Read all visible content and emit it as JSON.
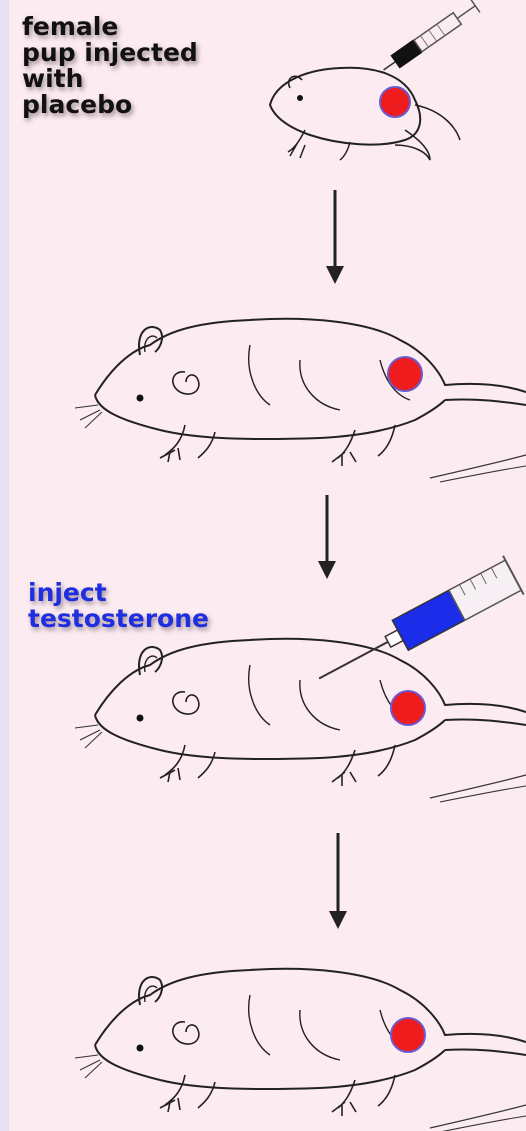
{
  "labels": {
    "top": [
      "female",
      "pup injected",
      "with",
      "placebo"
    ],
    "middle": [
      "inject",
      "testosterone"
    ]
  },
  "colors": {
    "background": "#fcebf1",
    "marker_dot": "#ee1c1c",
    "marker_ring": "#6a5bd0",
    "testosterone_label": "#1f2fe0",
    "syringe_top": "#111111",
    "syringe_middle": "#1b2de8",
    "line": "#222222"
  },
  "icons": {
    "pup": "mouse-pup-icon",
    "rat": "rat-icon",
    "syringe": "syringe-icon",
    "arrow": "down-arrow-icon"
  }
}
